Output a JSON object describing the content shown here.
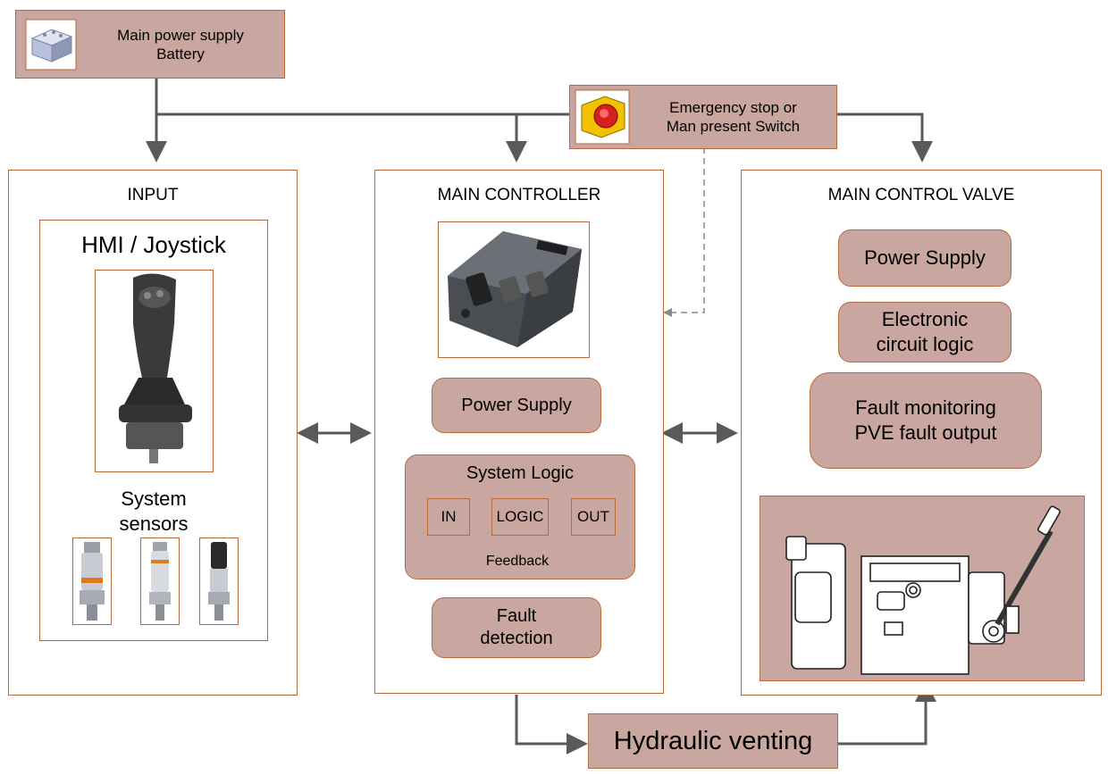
{
  "top": {
    "battery": {
      "line1": "Main power supply",
      "line2": "Battery"
    },
    "estop": {
      "line1": "Emergency stop or",
      "line2": "Man present Switch"
    }
  },
  "input": {
    "title": "INPUT",
    "hmi_title": "HMI / Joystick",
    "sensors_line1": "System",
    "sensors_line2": "sensors"
  },
  "controller": {
    "title": "MAIN CONTROLLER",
    "power": "Power Supply",
    "logic_title": "System Logic",
    "in": "IN",
    "logic": "LOGIC",
    "out": "OUT",
    "feedback": "Feedback",
    "fault_line1": "Fault",
    "fault_line2": "detection"
  },
  "valve": {
    "title": "MAIN CONTROL VALVE",
    "power": "Power Supply",
    "circuit_line1": "Electronic",
    "circuit_line2": "circuit logic",
    "fault_line1": "Fault monitoring",
    "fault_line2": "PVE fault output"
  },
  "bottom": {
    "hydraulic": "Hydraulic venting"
  },
  "colors": {
    "box_fill": "#c9a6a0",
    "border": "#b86a3c",
    "arrow": "#5a5a5a",
    "logic_arrow": "#a0522d"
  }
}
